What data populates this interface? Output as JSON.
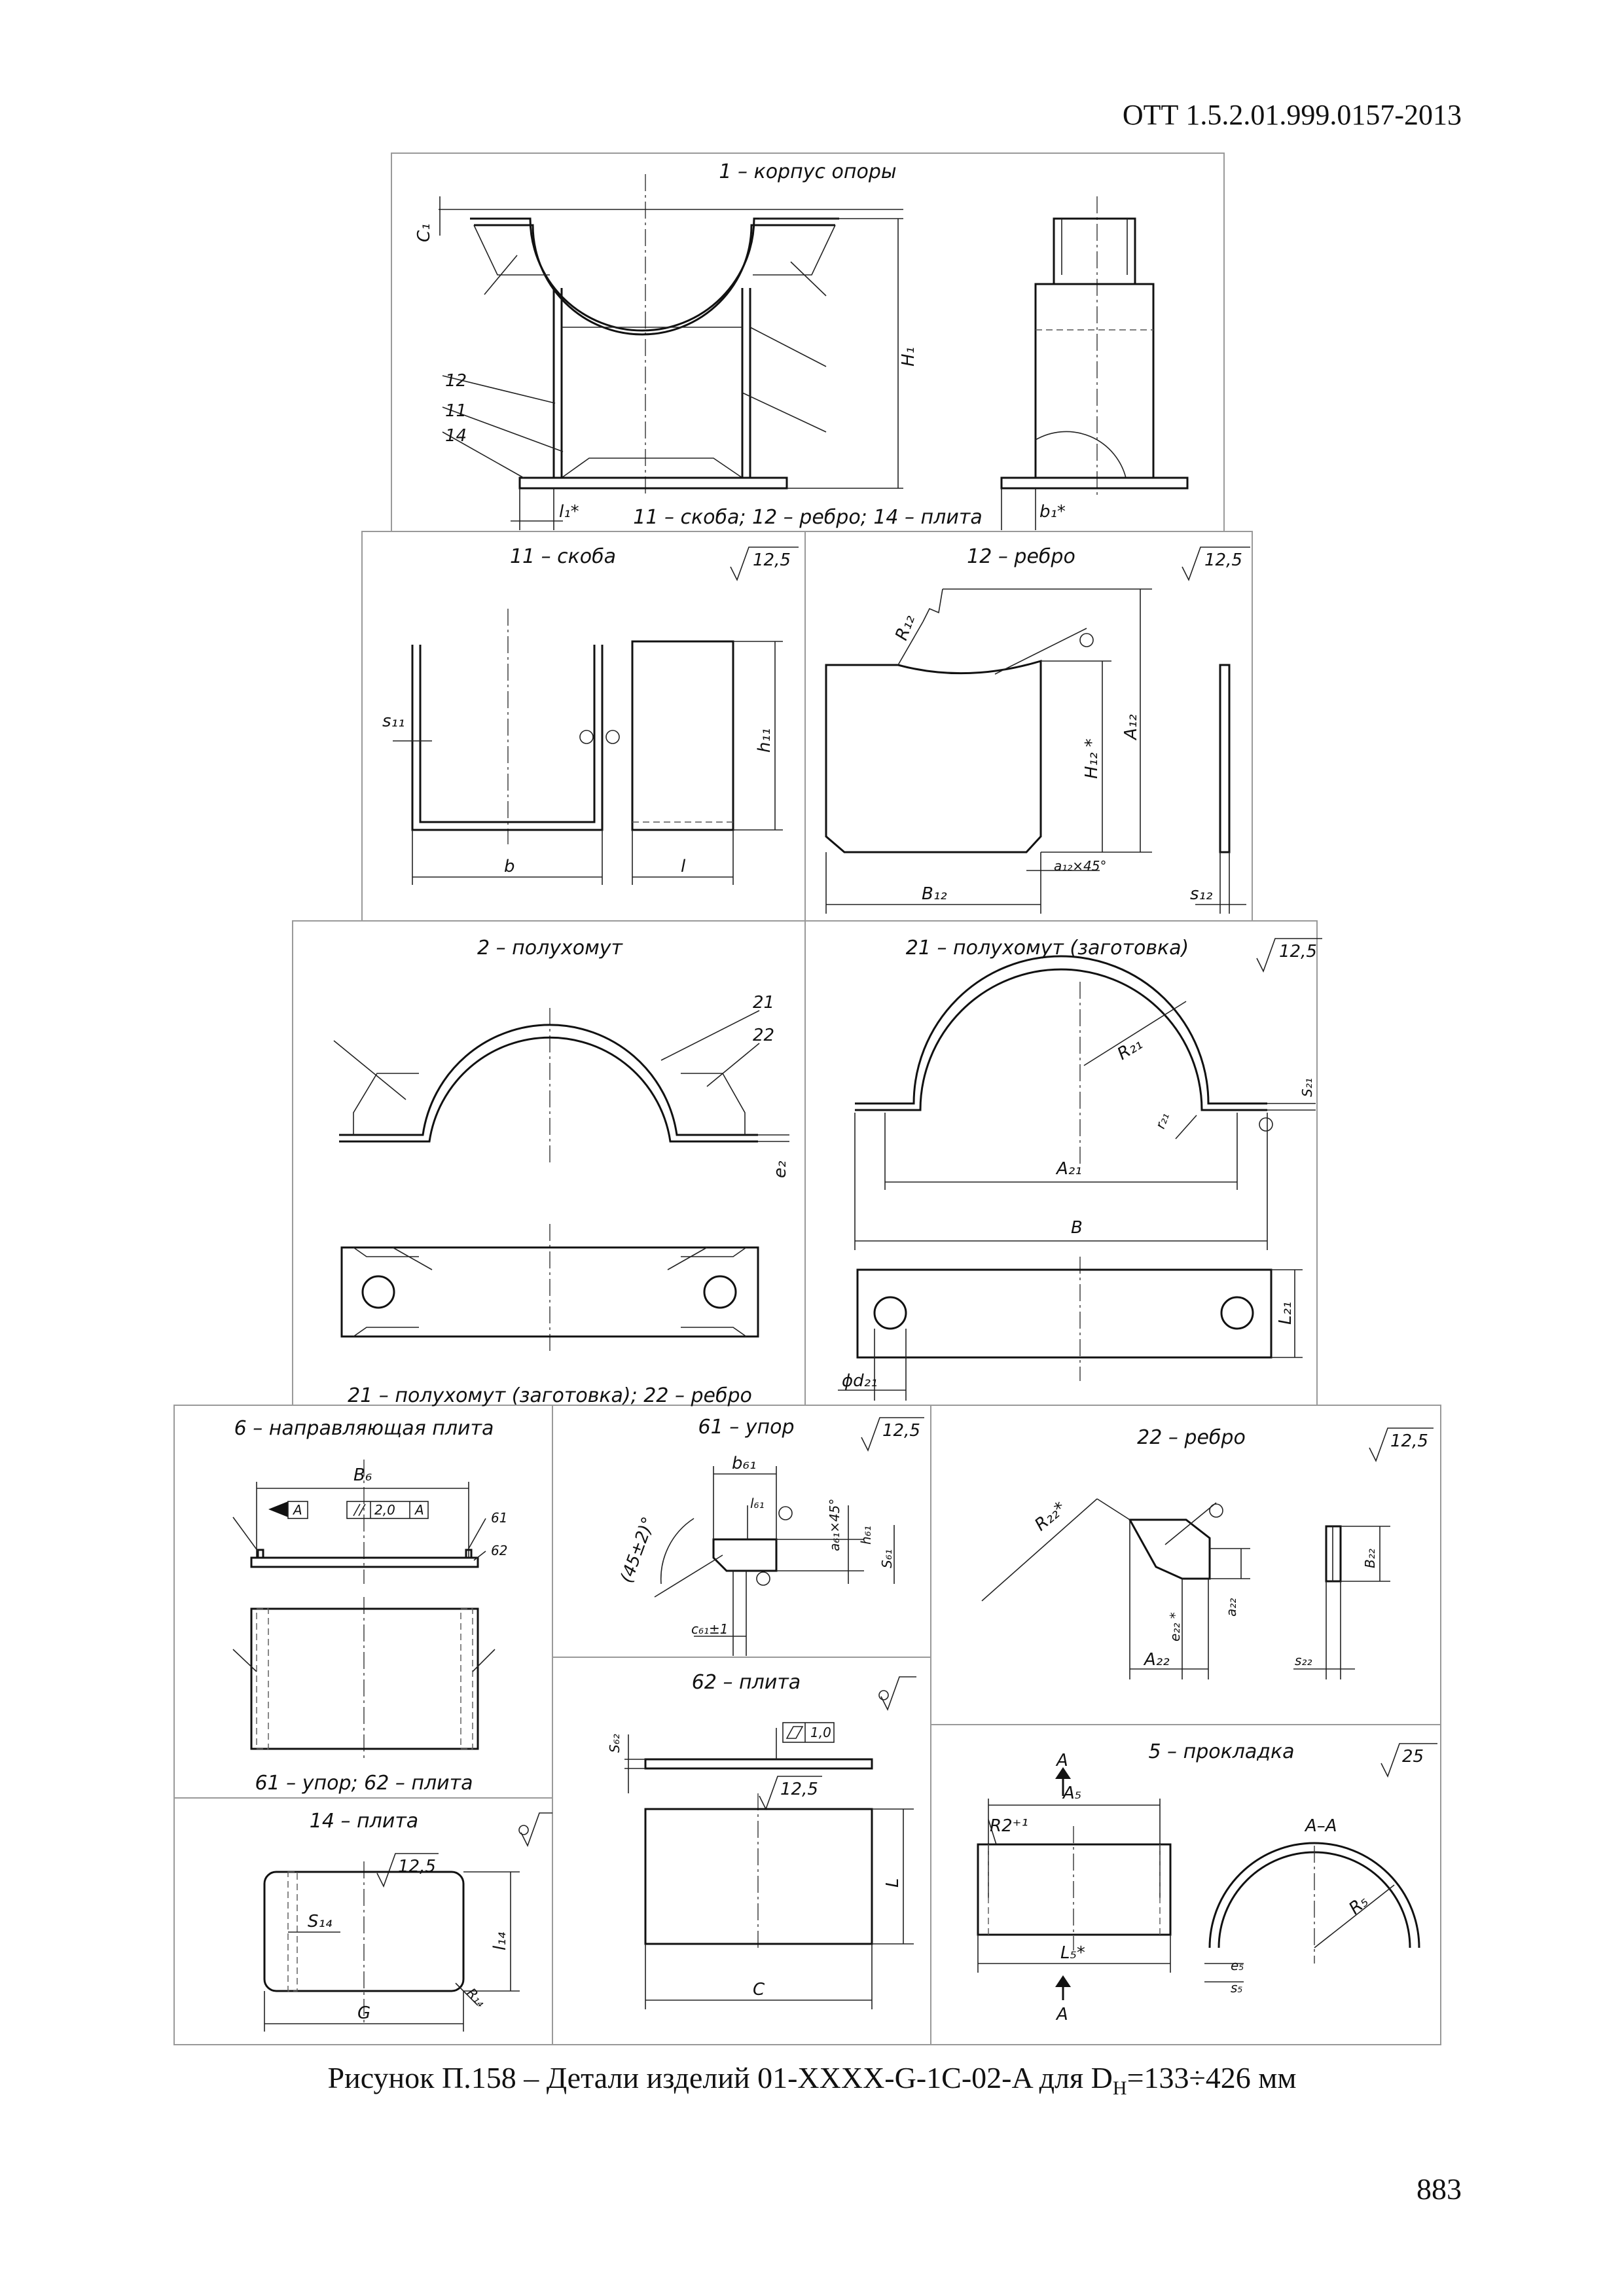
{
  "header": {
    "doc_code": "ОТТ 1.5.2.01.999.0157-2013"
  },
  "figure": {
    "caption_prefix": "Рисунок П.158 – Детали изделий 01-XXXX-G-1C-02-A для D",
    "caption_sub": "Н",
    "caption_suffix": "=133÷426 мм"
  },
  "page_number": "883",
  "panels": {
    "p1": {
      "title": "1 – корпус опоры",
      "footer": "11 – скоба; 12 – ребро; 14 – плита",
      "dims": {
        "c1": "C₁",
        "h1": "H₁",
        "l1": "l₁*",
        "b1": "b₁*"
      },
      "callouts": [
        "12",
        "11",
        "14"
      ]
    },
    "p11": {
      "title": "11 – скоба",
      "roughness": "12,5",
      "dims": {
        "s11": "s₁₁",
        "b": "b",
        "l": "l",
        "h11": "h₁₁"
      }
    },
    "p12": {
      "title": "12 – ребро",
      "roughness": "12,5",
      "dims": {
        "r12": "R₁₂",
        "a12": "A₁₂",
        "h12": "H₁₂ *",
        "b12": "B₁₂",
        "a12c": "a₁₂×45°",
        "s12": "s₁₂"
      }
    },
    "p2": {
      "title": "2 – полухомут",
      "footer": "21 – полухомут (заготовка); 22 – ребро",
      "callouts": [
        "21",
        "22"
      ],
      "dims": {
        "e2": "e₂"
      }
    },
    "p21": {
      "title": "21 – полухомут (заготовка)",
      "roughness": "12,5",
      "dims": {
        "r21": "R₂₁",
        "r21s": "r₂₁",
        "s21": "S₂₁",
        "a21": "A₂₁",
        "b": "B",
        "l21": "L₂₁",
        "d21": "ϕd₂₁"
      }
    },
    "p6": {
      "title": "6 – направляющая плита",
      "footer": "61 – упор; 62 – плита",
      "dims": {
        "b6": "B₆"
      },
      "datum": "A",
      "tolerance": "2,0",
      "callouts": [
        "61",
        "62"
      ]
    },
    "p61": {
      "title": "61 – упор",
      "roughness": "12,5",
      "dims": {
        "b61": "b₆₁",
        "l61": "l₆₁",
        "a61": "a₆₁×45°",
        "h61": "h₆₁",
        "s61": "S₆₁",
        "angle": "(45±2)°",
        "c61": "c₆₁±1"
      }
    },
    "p22": {
      "title": "22 – ребро",
      "roughness": "12,5",
      "dims": {
        "r22": "R₂₂*",
        "e22": "e₂₂ *",
        "a22": "a₂₂",
        "a22b": "A₂₂",
        "b22": "B₂₂",
        "s22": "s₂₂"
      }
    },
    "p62": {
      "title": "62 – плита",
      "flatness": "1,0",
      "roughness": "12,5",
      "dims": {
        "s62": "S₆₂",
        "l": "L",
        "c": "C"
      }
    },
    "p5": {
      "title": "5 – прокладка",
      "roughness": "25",
      "section": "А–А",
      "cut": "А",
      "dims": {
        "r2": "R2⁺¹",
        "a5": "A₅",
        "l5": "L₅*",
        "r5": "R₅",
        "e5": "e₅",
        "s5": "s₅"
      }
    },
    "p14": {
      "title": "14 – плита",
      "roughness": "12,5",
      "dims": {
        "s14": "S₁₄",
        "l14": "l₁₄",
        "g": "G",
        "r14": "R₁₄"
      }
    }
  }
}
